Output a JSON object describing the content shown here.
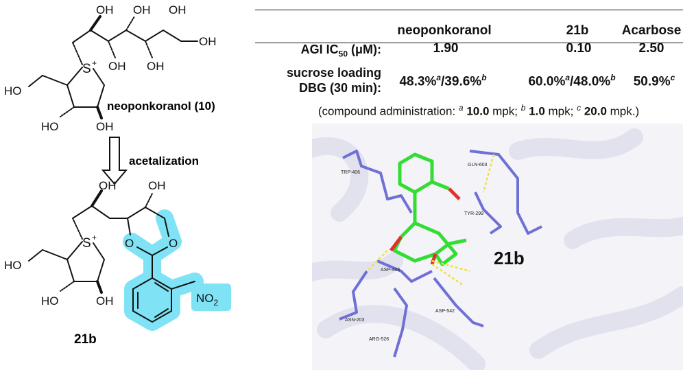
{
  "structures": {
    "compound1_name": "neoponkoranol (10)",
    "compound2_name": "21b",
    "reaction_label": "acetalization",
    "atoms": {
      "oh": "OH",
      "ho": "HO",
      "s_plus": "S",
      "charge": "+",
      "o": "O",
      "no2": "NO",
      "no2_sub": "2"
    }
  },
  "table": {
    "headers": [
      "neoponkoranol",
      "21b",
      "Acarbose"
    ],
    "rows": [
      {
        "label_main": "AGI IC",
        "label_sub": "50",
        "label_unit": " (μM):",
        "values": [
          "1.90",
          "0.10",
          "2.50"
        ]
      },
      {
        "label_line1": "sucrose loading",
        "label_line2": "DBG (30 min):",
        "values": [
          {
            "a": "48.3%",
            "a_sup": "a",
            "b": "/39.6%",
            "b_sup": "b"
          },
          {
            "a": "60.0%",
            "a_sup": "a",
            "b": "/48.0%",
            "b_sup": "b"
          },
          {
            "a": "50.9%",
            "a_sup": "c"
          }
        ]
      }
    ],
    "footnote": {
      "prefix": "(compound administration: ",
      "a_mark": "a",
      "a_dose": "10.0",
      "a_unit": " mpk; ",
      "b_mark": "b",
      "b_dose": "1.0",
      "b_unit": " mpk; ",
      "c_mark": "c",
      "c_dose": "20.0",
      "c_unit": " mpk.)"
    }
  },
  "docking": {
    "ligand_label": "21b",
    "residues": [
      "TRP-406",
      "GLN-603",
      "TYR-299",
      "ASP-443",
      "ASP-542",
      "ASN-203",
      "ARG-526"
    ]
  },
  "colors": {
    "highlight": "#7fe3f5",
    "ligand": "#33dd33",
    "residue": "#6f6fd6",
    "oxygen": "#e03030",
    "hbond": "#f0e040"
  }
}
